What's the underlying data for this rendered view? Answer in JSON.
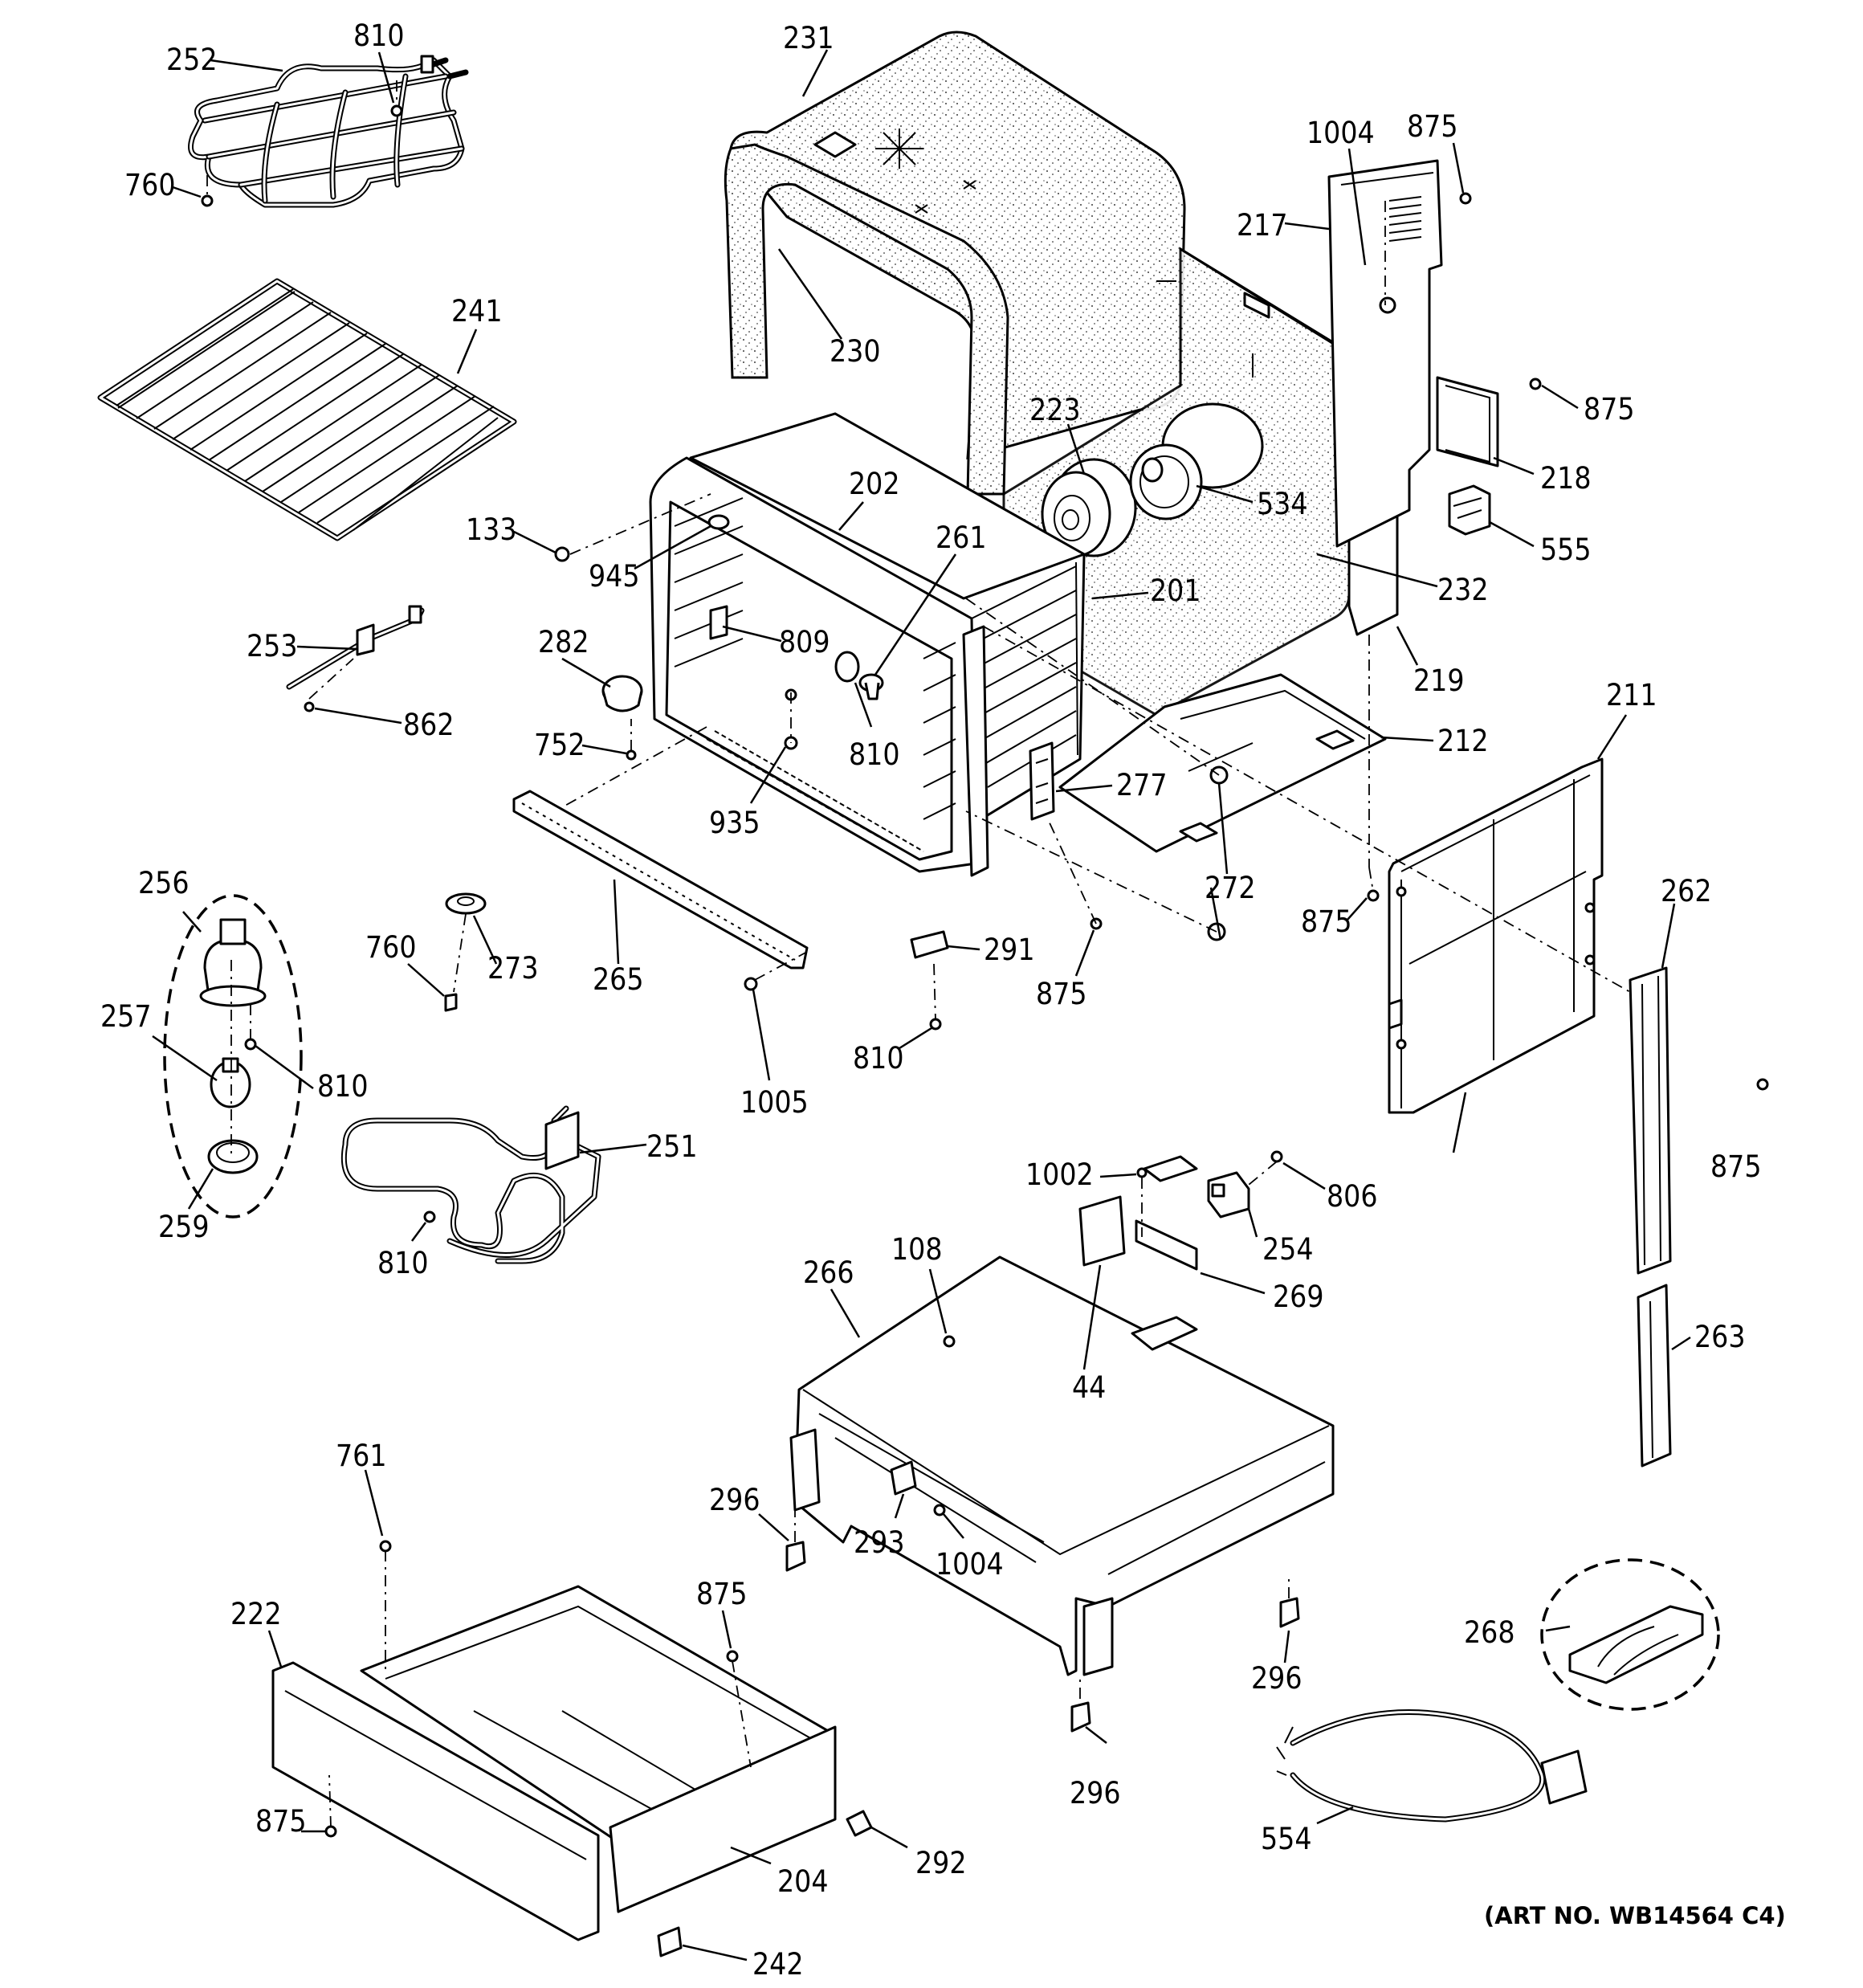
{
  "art_number": "(ART NO. WB14564 C4)",
  "callouts": [
    {
      "id": "252",
      "label": "252"
    },
    {
      "id": "810a",
      "label": "810"
    },
    {
      "id": "760a",
      "label": "760"
    },
    {
      "id": "231",
      "label": "231"
    },
    {
      "id": "230",
      "label": "230"
    },
    {
      "id": "1004a",
      "label": "1004"
    },
    {
      "id": "875a",
      "label": "875"
    },
    {
      "id": "217",
      "label": "217"
    },
    {
      "id": "241",
      "label": "241"
    },
    {
      "id": "223",
      "label": "223"
    },
    {
      "id": "875b",
      "label": "875"
    },
    {
      "id": "218",
      "label": "218"
    },
    {
      "id": "534",
      "label": "534"
    },
    {
      "id": "555",
      "label": "555"
    },
    {
      "id": "133",
      "label": "133"
    },
    {
      "id": "202",
      "label": "202"
    },
    {
      "id": "945",
      "label": "945"
    },
    {
      "id": "261",
      "label": "261"
    },
    {
      "id": "232",
      "label": "232"
    },
    {
      "id": "201",
      "label": "201"
    },
    {
      "id": "219",
      "label": "219"
    },
    {
      "id": "253",
      "label": "253"
    },
    {
      "id": "282",
      "label": "282"
    },
    {
      "id": "809",
      "label": "809"
    },
    {
      "id": "862",
      "label": "862"
    },
    {
      "id": "752",
      "label": "752"
    },
    {
      "id": "810b",
      "label": "810"
    },
    {
      "id": "212",
      "label": "212"
    },
    {
      "id": "211",
      "label": "211"
    },
    {
      "id": "935",
      "label": "935"
    },
    {
      "id": "277",
      "label": "277"
    },
    {
      "id": "272",
      "label": "272"
    },
    {
      "id": "875c",
      "label": "875"
    },
    {
      "id": "256",
      "label": "256"
    },
    {
      "id": "262",
      "label": "262"
    },
    {
      "id": "760b",
      "label": "760"
    },
    {
      "id": "273",
      "label": "273"
    },
    {
      "id": "265",
      "label": "265"
    },
    {
      "id": "291",
      "label": "291"
    },
    {
      "id": "257",
      "label": "257"
    },
    {
      "id": "875d",
      "label": "875"
    },
    {
      "id": "810c",
      "label": "810"
    },
    {
      "id": "810d",
      "label": "810"
    },
    {
      "id": "1005",
      "label": "1005"
    },
    {
      "id": "875e",
      "label": "875"
    },
    {
      "id": "251",
      "label": "251"
    },
    {
      "id": "1002",
      "label": "1002"
    },
    {
      "id": "806",
      "label": "806"
    },
    {
      "id": "259",
      "label": "259"
    },
    {
      "id": "810e",
      "label": "810"
    },
    {
      "id": "254",
      "label": "254"
    },
    {
      "id": "108",
      "label": "108"
    },
    {
      "id": "266",
      "label": "266"
    },
    {
      "id": "269",
      "label": "269"
    },
    {
      "id": "263",
      "label": "263"
    },
    {
      "id": "44",
      "label": "44"
    },
    {
      "id": "761",
      "label": "761"
    },
    {
      "id": "296a",
      "label": "296"
    },
    {
      "id": "293",
      "label": "293"
    },
    {
      "id": "1004b",
      "label": "1004"
    },
    {
      "id": "222",
      "label": "222"
    },
    {
      "id": "875f",
      "label": "875"
    },
    {
      "id": "268",
      "label": "268"
    },
    {
      "id": "296b",
      "label": "296"
    },
    {
      "id": "296c",
      "label": "296"
    },
    {
      "id": "875g",
      "label": "875"
    },
    {
      "id": "554",
      "label": "554"
    },
    {
      "id": "292",
      "label": "292"
    },
    {
      "id": "204",
      "label": "204"
    },
    {
      "id": "242",
      "label": "242"
    }
  ]
}
